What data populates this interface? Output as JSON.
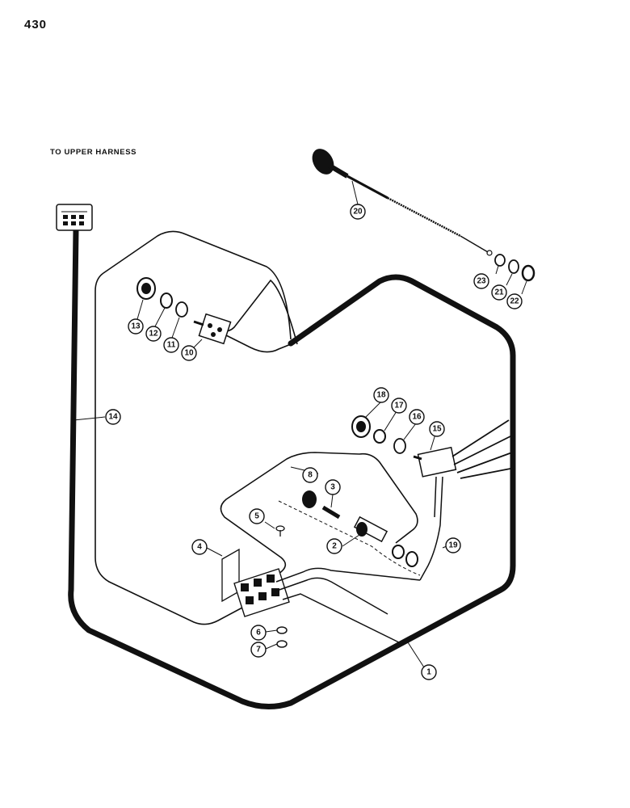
{
  "page_number": "430",
  "harness_label": "TO UPPER HARNESS",
  "callouts": [
    {
      "id": "c1",
      "label": "1"
    },
    {
      "id": "c2",
      "label": "2"
    },
    {
      "id": "c3",
      "label": "3"
    },
    {
      "id": "c4",
      "label": "4"
    },
    {
      "id": "c5",
      "label": "5"
    },
    {
      "id": "c6",
      "label": "6"
    },
    {
      "id": "c7",
      "label": "7"
    },
    {
      "id": "c8",
      "label": "8"
    },
    {
      "id": "c10",
      "label": "10"
    },
    {
      "id": "c11",
      "label": "11"
    },
    {
      "id": "c12",
      "label": "12"
    },
    {
      "id": "c13",
      "label": "13"
    },
    {
      "id": "c14",
      "label": "14"
    },
    {
      "id": "c15",
      "label": "15"
    },
    {
      "id": "c16",
      "label": "16"
    },
    {
      "id": "c17",
      "label": "17"
    },
    {
      "id": "c18",
      "label": "18"
    },
    {
      "id": "c19",
      "label": "19"
    },
    {
      "id": "c20",
      "label": "20"
    },
    {
      "id": "c21",
      "label": "21"
    },
    {
      "id": "c22",
      "label": "22"
    },
    {
      "id": "c23",
      "label": "23"
    }
  ]
}
